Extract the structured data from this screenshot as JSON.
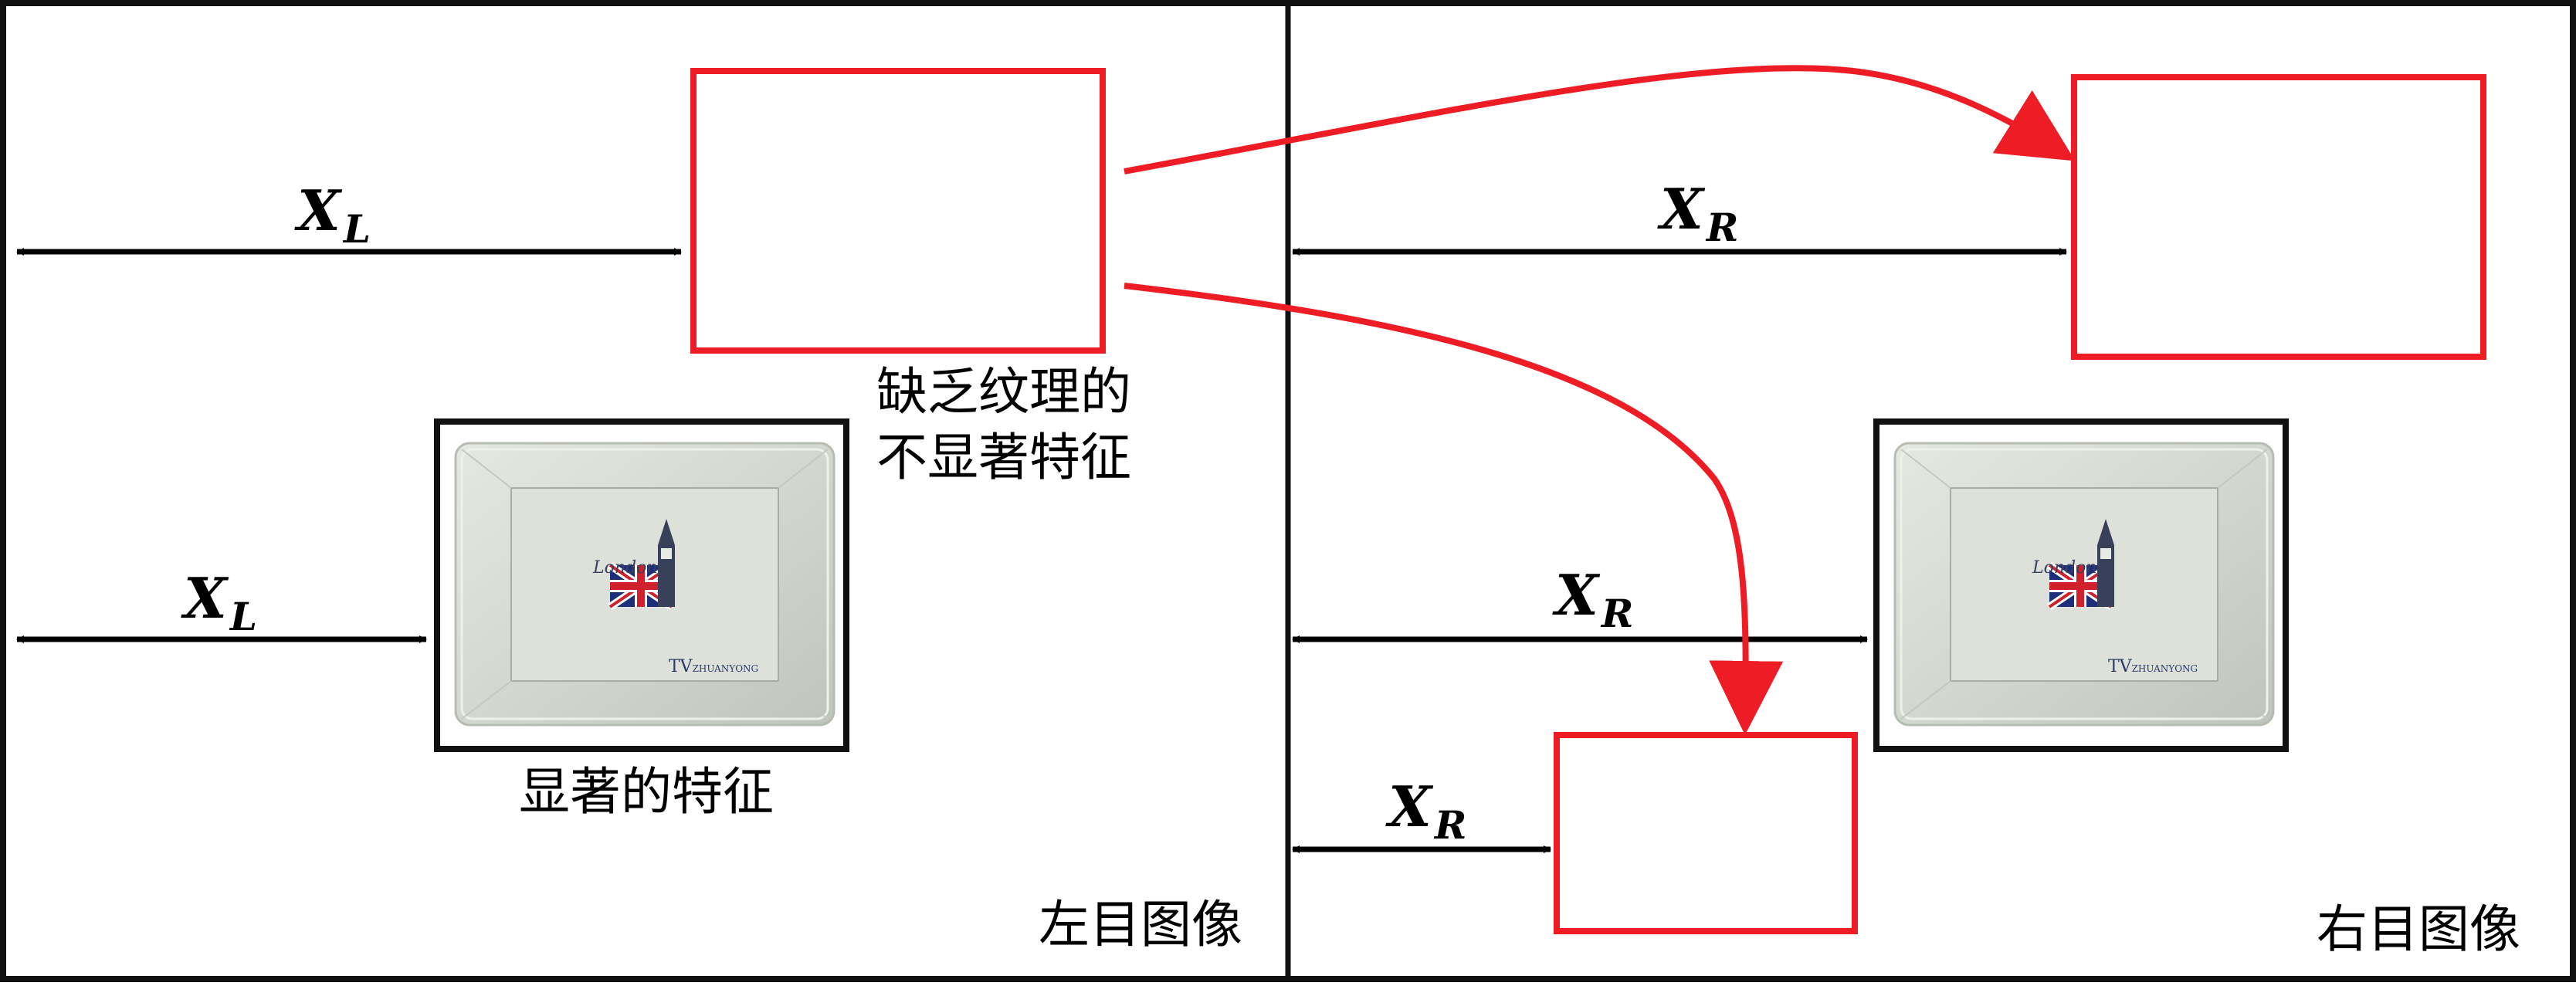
{
  "left_panel": {
    "corner_label": "左目图像",
    "top_distance_label": {
      "var": "X",
      "sub": "L"
    },
    "bottom_distance_label": {
      "var": "X",
      "sub": "L"
    },
    "weak_feature_caption": [
      "缺乏纹理的",
      "不显著特征"
    ],
    "strong_feature_caption": "显著的特征",
    "switch_plate_brand": "TV",
    "switch_plate_brand_sub": "ZHUANYONG",
    "switch_plate_logo_text": "London"
  },
  "right_panel": {
    "corner_label": "右目图像",
    "top_distance_label": {
      "var": "X",
      "sub": "R"
    },
    "middle_distance_label": {
      "var": "X",
      "sub": "R"
    },
    "bottom_distance_label": {
      "var": "X",
      "sub": "R"
    },
    "switch_plate_brand": "TV",
    "switch_plate_brand_sub": "ZHUANYONG",
    "switch_plate_logo_text": "London"
  },
  "colors": {
    "border": "#111111",
    "match_box": "#ee1c25",
    "match_arrow": "#ee1c25",
    "distance_arrow": "#000000",
    "plate": "#d7dcd3",
    "flag_blue": "#1d2f7a",
    "flag_red": "#d0202e"
  }
}
